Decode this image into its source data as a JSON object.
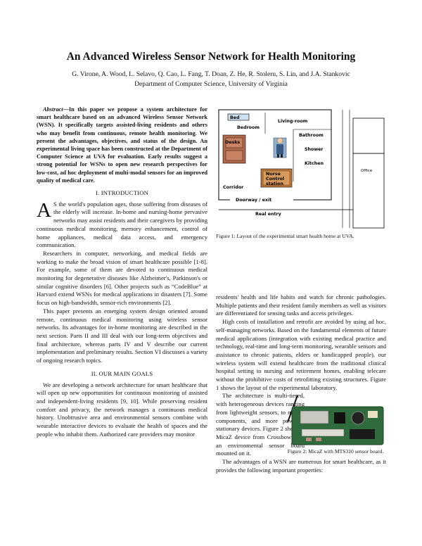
{
  "title": "An Advanced Wireless Sensor Network for Health Monitoring",
  "authors": "G. Virone, A. Wood, L. Selavo, Q. Cao, L. Fang, T. Doan, Z. He, R. Stoleru, S. Lin, and J.A. Stankovic",
  "affiliation": "Department of Computer Science, University of Virginia",
  "abstract_label": "Abstract",
  "abstract": "In this paper we propose a system architecture for smart healthcare based on an advanced Wireless Sensor Network (WSN). It specifically targets assisted-living residents and others who may benefit from continuous, remote health monitoring. We present the advantages, objectives, and status of the design. An experimental living space has been constructed at the Department of Computer Science at UVA for evaluation. Early results suggest a strong potential for WSNs to open new research perspectives for low-cost, ad hoc deployment of multi-modal sensors for an improved quality of medical care.",
  "sec1": "I. INTRODUCTION",
  "dropcap": "A",
  "intro_p1": "S the world's population ages, those suffering from diseases of the elderly will increase. In-home and nursing-home pervasive networks may assist residents and their caregivers by providing continuous medical monitoring, memory enhancement, control of home appliances, medical data access, and emergency communication.",
  "intro_p2": "Researchers in computer, networking, and medical fields are working to make the broad vision of smart healthcare possible [1-8]. For example, some of them are devoted to continuous medical monitoring for degenerative diseases like Alzheimer's, Parkinson's or similar cognitive disorders [6]. Other projects such as “CodeBlue” at Harvard extend WSNs for medical applications in disasters [7]. Some focus on high-bandwidth, sensor-rich environments [2].",
  "intro_p3": "This paper presents an emerging system design oriented around remote, continuous medical monitoring using wireless sensor networks. Its advantages for in-home monitoring are described in the next section. Parts II and III deal with our long-term objectives and final architecture, whereas parts IV and V describe our current implementation and preliminary results. Section VI discusses a variety of ongoing research topics.",
  "sec2": "II. OUR MAIN GOALS",
  "goals_p1": "We are developing a network architecture for smart healthcare that will open up new opportunities for continuous monitoring of assisted and independent-living residents [9, 10]. While preserving resident comfort and privacy, the network manages a continuous medical history. Unobtrusive area and environmental sensors combine with wearable interactive devices to evaluate the health of spaces and the people who inhabit them. Authorized care providers may monitor",
  "right_p1": "residents' health and life habits and watch for chronic pathologies. Multiple patients and their resident family members as well as visitors are differentiated for sensing tasks and access privileges.",
  "right_p2": "High costs of installation and retrofit are avoided by using ad hoc, self-managing networks. Based on the fundamental elements of future medical applications (integration with existing medical practice and technology, real-time and long-term monitoring, wearable sensors and assistance to chronic patients, elders or handicapped people), our wireless system will extend healthcare from the traditional clinical hospital setting to nursing and retirement homes, enabling telecare without the prohibitive costs of retrofitting existing structures. Figure 1 shows the layout of the experimental laboratory.",
  "right_p3": "The architecture is multi-tiered, with heterogeneous devices ranging from lightweight sensors, to mobile components, and more powerful stationary devices. Figure 2 shows a MicaZ device from Crossbow with an environmental sensor board mounted on it.",
  "right_p4": "The advantages of a WSN are numerous for smart healthcare, as it provides the following important properties:",
  "fig1_caption": "Figure 1: Layout of the experimental smart health home at UVA.",
  "fig2_caption": "Figure 2: MicaZ with MTS310 sensor board.",
  "fig1_labels": {
    "bed": "Bed",
    "bedroom": "Bedroom",
    "living": "Living-room",
    "bathroom": "Bathroom",
    "desks": "Desks",
    "shower": "Shower",
    "kitchen": "Kitchen",
    "nurse1": "Nurse",
    "nurse2": "Control",
    "nurse3": "station",
    "corridor": "Corridor",
    "doorway": "Doorway / exit",
    "office": "Office",
    "realentry": "Real entry"
  }
}
